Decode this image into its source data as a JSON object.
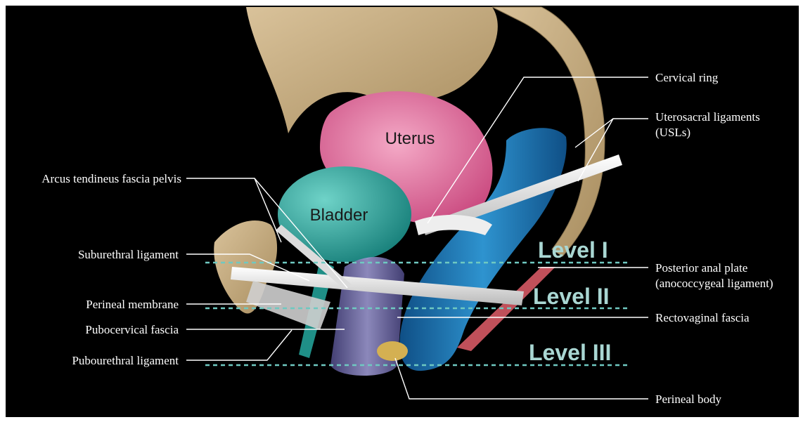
{
  "organs": {
    "uterus": "Uterus",
    "bladder": "Bladder"
  },
  "levels": {
    "level_1": "Level I",
    "level_2": "Level II",
    "level_3": "Level III"
  },
  "labels_left": {
    "arcus": "Arcus tendineus fascia pelvis",
    "suburethral": "Suburethral ligament",
    "perineal_membrane": "Perineal membrane",
    "pubocervical": "Pubocervical fascia",
    "pubourethral": "Pubourethral ligament"
  },
  "labels_right": {
    "cervical_ring": "Cervical ring",
    "usl_line1": "Uterosacral ligaments",
    "usl_line2": "(USLs)",
    "anal_plate_line1": "Posterior anal plate",
    "anal_plate_line2": "(anococcygeal ligament)",
    "rectovaginal": "Rectovaginal fascia",
    "perineal_body": "Perineal body"
  },
  "colors": {
    "background": "#000000",
    "bone": "#c9b083",
    "uterus": "#e06b9c",
    "bladder": "#2aa8a0",
    "rectum": "#1d78b6",
    "vagina": "#6e6aa8",
    "ligament": "#e8e8e8",
    "level_text": "#a9d7d3",
    "dashed_line": "#6fc9c1"
  }
}
